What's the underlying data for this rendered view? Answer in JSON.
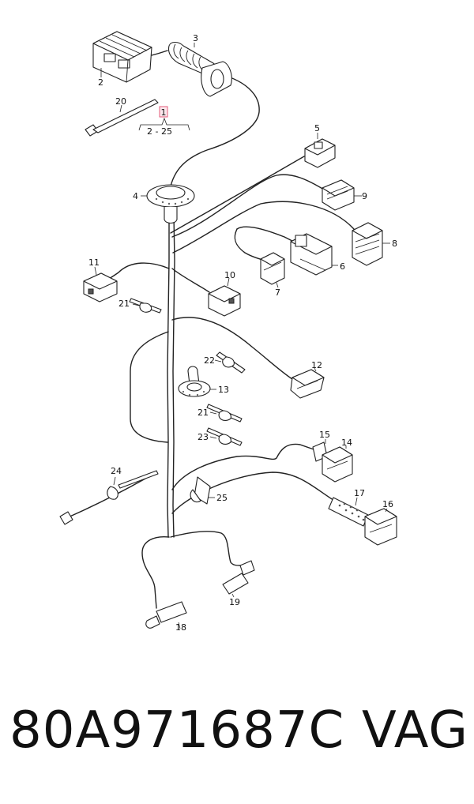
{
  "footer": {
    "part_number": "80A971687C",
    "brand": "VAG"
  },
  "callouts": {
    "c1": "1",
    "c1_range": "2 - 25",
    "c2": "2",
    "c3": "3",
    "c4": "4",
    "c5": "5",
    "c6": "6",
    "c7": "7",
    "c8": "8",
    "c9": "9",
    "c10": "10",
    "c11": "11",
    "c12": "12",
    "c13": "13",
    "c14": "14",
    "c15": "15",
    "c16": "16",
    "c17": "17",
    "c18": "18",
    "c19": "19",
    "c20": "20",
    "c21a": "21",
    "c21b": "21",
    "c22": "22",
    "c23": "23",
    "c24": "24",
    "c25": "25"
  },
  "colors": {
    "line": "#222222",
    "highlight_fill": "#fde9ee",
    "highlight_stroke": "#e45a7a"
  }
}
